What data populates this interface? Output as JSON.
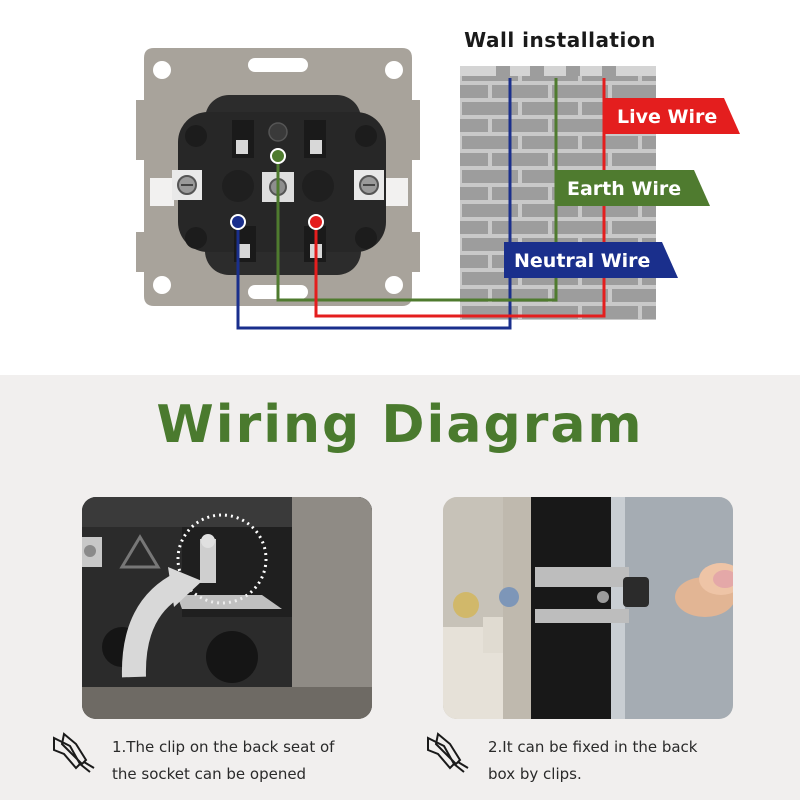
{
  "wall": {
    "title": "Wall installation"
  },
  "wires": {
    "live": {
      "label": "Live Wire",
      "color": "#e41e1e"
    },
    "earth": {
      "label": "Earth Wire",
      "color": "#4f7b2f"
    },
    "neutral": {
      "label": "Neutral Wire",
      "color": "#1a2f8c"
    }
  },
  "heading": {
    "title": "Wiring Diagram",
    "color": "#4a7a2e"
  },
  "steps": [
    {
      "line1": "1.The clip on the back seat of",
      "line2": "the socket can be opened"
    },
    {
      "line1": "2.It can be fixed in the back",
      "line2": "box by clips."
    }
  ],
  "icons": {
    "plate": "mounting-plate-icon",
    "socket": "socket-body-icon",
    "clip": "clip-icon"
  }
}
